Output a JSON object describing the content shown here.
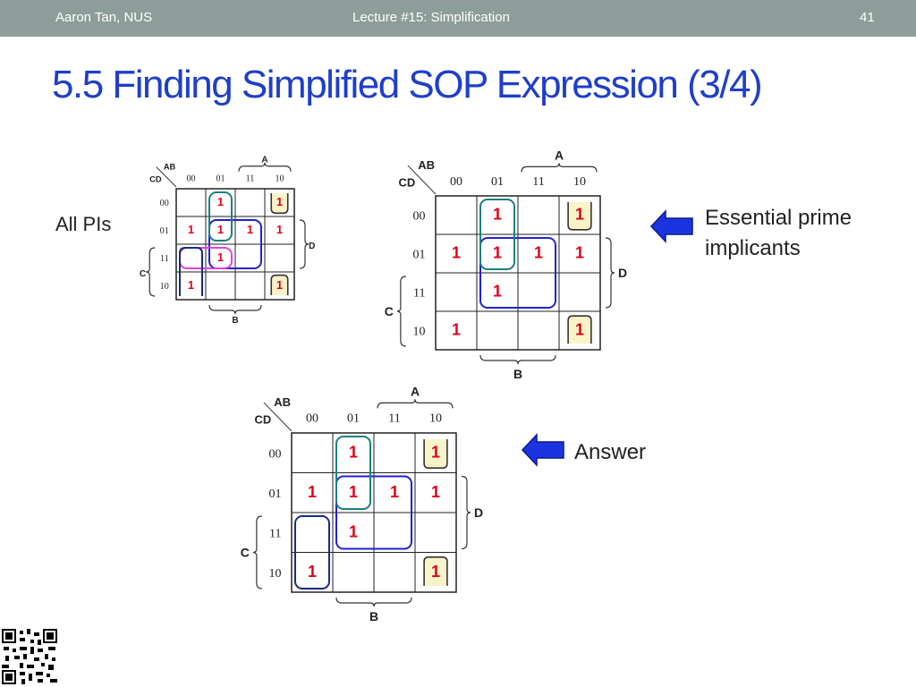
{
  "header": {
    "author": "Aaron Tan, NUS",
    "lecture": "Lecture #15: Simplification",
    "page_number": "41"
  },
  "slide": {
    "title": "5.5 Finding Simplified SOP Expression (3/4)",
    "left_label": "All PIs",
    "essential_label_line1": "Essential prime",
    "essential_label_line2": "implicants",
    "answer_label": "Answer"
  },
  "kmap_labels": {
    "row_var": "AB",
    "col_var": "CD",
    "col_codes": [
      "00",
      "01",
      "11",
      "10"
    ],
    "row_codes": [
      "00",
      "01",
      "11",
      "10"
    ],
    "brace_A": "A",
    "brace_B": "B",
    "brace_C": "C",
    "brace_D": "D",
    "one": "1"
  },
  "kmap_cells": [
    [
      1,
      0,
      1
    ],
    [
      0,
      1,
      1
    ],
    [
      0,
      3,
      1
    ],
    [
      1,
      1,
      1
    ],
    [
      1,
      2,
      1
    ],
    [
      1,
      3,
      1
    ],
    [
      2,
      1,
      1
    ],
    [
      3,
      0,
      1
    ],
    [
      3,
      3,
      1
    ]
  ],
  "colors": {
    "title": "#1f3fc9",
    "header_bg": "#8d9e9a",
    "one": "#e0001b",
    "group_blue": "#2222cc",
    "group_teal": "#1a8080",
    "group_navy": "#1a2a80",
    "group_magenta": "#e040e0",
    "corner_fill": "#fbf3c8",
    "arrow": "#1a35e0"
  }
}
